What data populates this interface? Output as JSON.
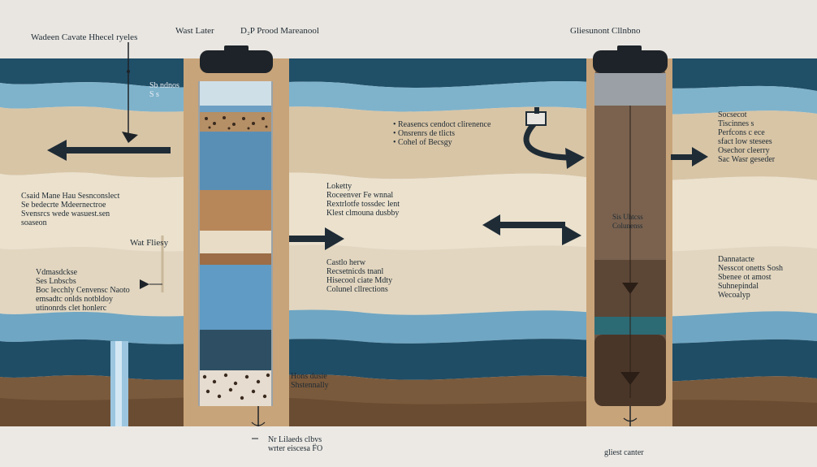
{
  "labels": {
    "top_left": "Wadeen Cavate Hhecel ryeles",
    "title_left": "Wast Later",
    "title_main": "D₂P Prood Mareanool",
    "title_right": "Gliesunont  Cllnbno",
    "surface_water": "Sb ndnos\nS s",
    "center_top": "• Reasencs cendoct clirenence\n• Onsrenrs de tlicts\n• Cohel of Becsgy",
    "right_top": "Socsecot\nTiscinnes s\nPerfcons c ece\nsfact low stesees\nOsechor cleerry\nSac Wasr geseder",
    "left_mid": "Csaid Mane Hau Sesnconslect\nSe bedecrte  Mdeernectroe\nSvensrcs wede  wasuest.sen\nsoaseon",
    "center_mid": "Loketty\nRoceenver Fe wnnal\nRextrlotfe tossdec lent\nKlest clmouna dusbby",
    "right_well_inner": "Sis Uhtcss\nColunenss",
    "water_filter": "Wat Fliesy",
    "left_lower": "Vdmasdckse\nSes Lnbscbs\nBoc lecchly Cenvensc Naoto\nemsadtc  onlds notbldoy\nutinonrds clet honlerc",
    "center_lower": "Castlo herw\nRecsetnicds tnanl\nHisecool ciate Mdty\nColunel cllrections",
    "right_lower": "Dannatacte\nNesscot onetts Sosh\nSbenee ot amost\nSuhnepindal\nWecoalyp",
    "bottom_center": "Hons dusie\nShstennally",
    "bottom_left_well": "Nr Lilaeds clbvs\nwrter eiscesa F̈O",
    "bottom_right_well": "gliest canter"
  },
  "colors": {
    "deep_water": "#204f68",
    "light_water": "#7fb3cc",
    "sand": "#d8c5a6",
    "bedrock": "#7a5a3c",
    "casing": "#c8a47a",
    "cap": "#1d2328"
  }
}
